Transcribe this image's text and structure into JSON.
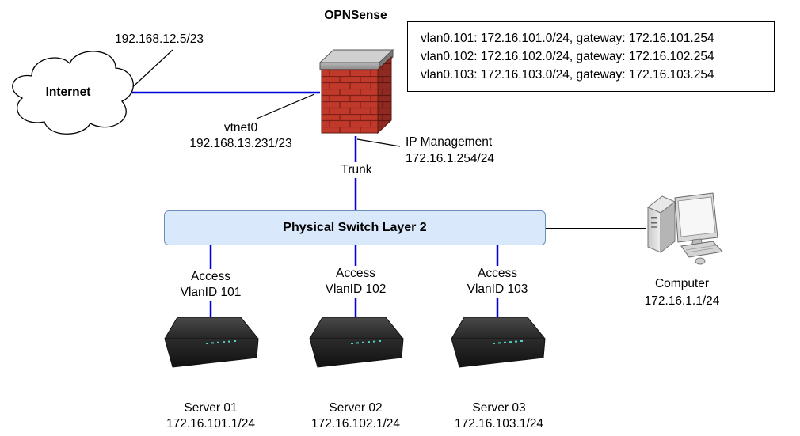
{
  "colors": {
    "link_blue": "#0000dd",
    "switch_fill": "#dae8fc",
    "switch_border": "#6c8ebf",
    "brick": "#c0392b",
    "device_dark": "#2b2b2b"
  },
  "firewall": {
    "title": "OPNSense",
    "icon": "firewall-brick-icon",
    "wan_interface": "vtnet0",
    "wan_ip": "192.168.13.231/23",
    "mgmt_title": "IP Management",
    "mgmt_ip": "172.16.1.254/24",
    "trunk_label": "Trunk"
  },
  "internet": {
    "label": "Internet",
    "icon": "cloud-icon",
    "ip": "192.168.12.5/23"
  },
  "vlans": [
    "vlan0.101: 172.16.101.0/24, gateway: 172.16.101.254",
    "vlan0.102: 172.16.102.0/24, gateway: 172.16.102.254",
    "vlan0.103: 172.16.103.0/24, gateway: 172.16.103.254"
  ],
  "switch": {
    "label": "Physical Switch Layer 2"
  },
  "computer": {
    "label": "Computer",
    "ip": "172.16.1.1/24",
    "icon": "desktop-computer-icon"
  },
  "servers": [
    {
      "access": "Access",
      "vlan": "VlanID 101",
      "name": "Server 01",
      "ip": "172.16.101.1/24"
    },
    {
      "access": "Access",
      "vlan": "VlanID 102",
      "name": "Server 02",
      "ip": "172.16.102.1/24"
    },
    {
      "access": "Access",
      "vlan": "VlanID 103",
      "name": "Server 03",
      "ip": "172.16.103.1/24"
    }
  ]
}
